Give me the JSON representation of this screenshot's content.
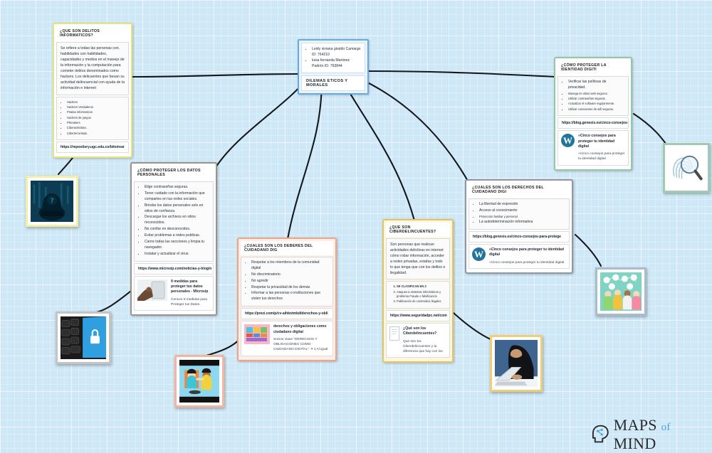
{
  "brand": {
    "name_part1": "MAPS",
    "name_of": "of",
    "name_part2": "MIND",
    "icon": "head-lightbulb-icon"
  },
  "central": {
    "authors": [
      "Leidy viviana giraldo Camargo ID: 764210",
      "luisa fernanda Martinez Padrón ID: 763844"
    ],
    "title": "DILEMAS ETICOS Y MORALES"
  },
  "nodes": [
    {
      "id": "delitos",
      "accent": "#e8e47a",
      "title": "¿QUE SON DELITOS INFORMATICOS?",
      "paragraph": "Se refiere a todas las personas con. habilidades con habilidades, capacidades y medios en el manejo de la información y la computación para cometer delitos denominados como hackers. Los delicuentes que besan su actividad delincuencial con ayuda de la información e internet",
      "bullets": [
        "Hackers",
        "Hackers Verdaderos",
        "Piratas informaticos",
        "Hackers de juegos",
        "Phreakers",
        "Ciberactivistas.",
        "Ciberterroristas."
      ],
      "link": "https://repository.ugc.edu.co/bitstrear"
    },
    {
      "id": "datos",
      "accent": "#9a948c",
      "title": "¿CÓMO PROTEGER LOS DATOS PERSONALES",
      "bullets": [
        "Elige contraseñas seguras.",
        "Tener cuidado con la información que compartes en tus redes sociales.",
        "Brindar los datos personales solo en sitios de confianza.",
        "Descargar los archivos en sitios reconocidos.",
        "No confiar en desconocidos.",
        "Evitar problemas a redes publicas.",
        "Cierre todas las secciones y limpia tu navegador.",
        "Instalar y actualizar el virus."
      ],
      "link": "https://www.microsip.com/noticias-y-blog/n",
      "preview": {
        "icon": "hand-phone-photo",
        "title": "9 medidas para proteger tus datos personales - Microsip",
        "desc": "Conoce 9 medidas para Proteger tus Datos."
      }
    },
    {
      "id": "deberes",
      "accent": "#f2a48a",
      "title": "¿CUALES SON LOS DEBERES DEL CUIDADANO DIG",
      "bullets": [
        "Respetar a los miembros de la comunidad digital",
        "No discriminatorio",
        "No agredir",
        "Respetar la privacidad de los demás",
        "Informar a las personas o instituciones que violen tus derechos"
      ],
      "link": "https://prezi.com/p/cv-aihkntmkd/derechos-y-obli",
      "preview": {
        "icon": "prezi-colorful-thumb",
        "title": "derechos y obligaciones como ciudadano digital",
        "desc": "Socios clave \"DERECHOS Y OBLIGACIONES COMO CIUDADANO DIGITAL\". # 1 Al igual"
      }
    },
    {
      "id": "ciber",
      "accent": "#e8c55a",
      "title": "¿QUE SON CIBERDELINCUENTES?",
      "paragraph": "Son personas que realizan actividades delictivas en internet cómo robar información, acceder a redes privadas, estafas y todo lo que tenga que con los delitos e ilegalidad.",
      "numbered": [
        "SE CLASIFICAN EN 3",
        "Ataques a sistemas informáticos y  problema Fraude o falsificación",
        "Publicación de contenidos ilegales"
      ],
      "link": "https://www.seguridadpc.net/com",
      "preview": {
        "icon": "page-document-icon",
        "title": "¿Qué son los Ciberdelincuentes?",
        "desc": "Que son los Ciberdelincuentes y la diferencia que hay con los"
      }
    },
    {
      "id": "derechos",
      "accent": "#8c9aa6",
      "title": "¿CUALES SON LOS DERECHOS DEL CUIDADANO DIGI",
      "bullets": [
        "La libertad de expresión",
        "Acceso al conocimiento",
        "Protección familiar y personal",
        "La autodeterminación informativa"
      ],
      "link": "https://blog.genesis.es/cinco-consejos-para-protege",
      "preview": {
        "icon": "wordpress-icon",
        "title": "»Cinco consejos para proteger tu identidad digital",
        "desc": "»Cinco consejos para proteger tu identidad digital"
      }
    },
    {
      "id": "identidad",
      "accent": "#93c9a0",
      "title": "¿CÓMO PROTEGER LA IDENTIDAD DIGITI",
      "bullets": [
        "Verificar las políticas de privacidad.",
        "Navega en sitios web seguros.",
        "Utilizar contraseñas seguras.",
        "Actualizar el software regularmente.",
        "Utilizar conexiones de wifi seguras."
      ],
      "link": "https://blog.genesis.es/cinco-consejos-p",
      "preview": {
        "icon": "wordpress-icon",
        "title": "»Cinco consejos para proteger tu identidad digital",
        "desc": "»Cinco consejos para proteger tu identidad digital"
      }
    }
  ],
  "images": [
    {
      "id": "hacker-hood",
      "name": "image-hacker-hooded",
      "frame": "#f2efa8"
    },
    {
      "id": "keyboard-lock",
      "name": "image-keyboard-padlock",
      "frame": "#b9b9b9"
    },
    {
      "id": "cartoon-screen",
      "name": "image-cartoon-handshake",
      "frame": "#f2b5a0"
    },
    {
      "id": "thief-laptop",
      "name": "image-thief-laptop",
      "frame": "#efce7a"
    },
    {
      "id": "digital-citizens",
      "name": "image-digital-citizens",
      "frame": "#a9bcc9"
    },
    {
      "id": "fingerprint-lens",
      "name": "image-fingerprint-magnifier",
      "frame": "#9ecbb2"
    }
  ]
}
